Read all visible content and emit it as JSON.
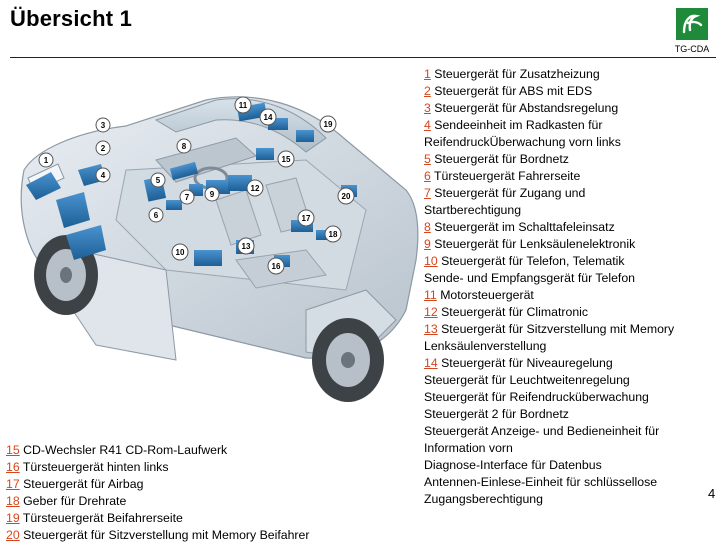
{
  "header": {
    "title": "Übersicht 1",
    "logo_label": "TG-CDA"
  },
  "legend_right": [
    {
      "num": "1",
      "text": "Steuergerät für Zusatzheizung"
    },
    {
      "num": "2",
      "text": "Steuergerät für ABS mit EDS"
    },
    {
      "num": "3",
      "text": "Steuergerät für Abstandsregelung"
    },
    {
      "num": "4",
      "text": "Sendeeinheit im Radkasten für"
    },
    {
      "num": "",
      "text": "ReifendruckÜberwachung vorn links"
    },
    {
      "num": "5",
      "text": "Steuergerät für Bordnetz"
    },
    {
      "num": "6",
      "text": "Türsteuergerät Fahrerseite"
    },
    {
      "num": "7",
      "text": "Steuergerät für Zugang und"
    },
    {
      "num": "",
      "text": "Startberechtigung"
    },
    {
      "num": "8",
      "text": "Steuergerät im Schalttafeleinsatz"
    },
    {
      "num": "9",
      "text": "Steuergerät für Lenksäulenelektronik"
    },
    {
      "num": "10",
      "text": "Steuergerät für Telefon, Telematik"
    },
    {
      "num": "",
      "text": "Sende- und Empfangsgerät für Telefon"
    },
    {
      "num": "11",
      "text": "Motorsteuergerät"
    },
    {
      "num": "12",
      "text": "Steuergerät für Climatronic"
    },
    {
      "num": "13",
      "text": "Steuergerät für Sitzverstellung mit Memory"
    },
    {
      "num": "",
      "text": "Lenksäulenverstellung"
    },
    {
      "num": "14",
      "text": "Steuergerät für Niveauregelung"
    },
    {
      "num": "",
      "text": "Steuergerät für Leuchtweitenregelung"
    },
    {
      "num": "",
      "text": "Steuergerät für Reifendrucküberwachung"
    },
    {
      "num": "",
      "text": "Steuergerät 2 für Bordnetz"
    },
    {
      "num": "",
      "text": "Steuergerät Anzeige- und Bedieneinheit für"
    },
    {
      "num": "",
      "text": "Information vorn"
    },
    {
      "num": "",
      "text": "Diagnose-Interface für Datenbus"
    },
    {
      "num": "",
      "text": "Antennen-Einlese-Einheit für schlüssellose"
    },
    {
      "num": "",
      "text": "Zugangsberechtigung"
    }
  ],
  "legend_left": [
    {
      "num": "15",
      "text": "CD-Wechsler R41 CD-Rom-Laufwerk"
    },
    {
      "num": "16",
      "text": "Türsteuergerät hinten links"
    },
    {
      "num": "17",
      "text": "Steuergerät für Airbag"
    },
    {
      "num": "18",
      "text": "Geber für Drehrate"
    },
    {
      "num": "19",
      "text": "Türsteuergerät Beifahrerseite"
    },
    {
      "num": "20",
      "text": "Steuergerät für Sitzverstellung mit Memory Beifahrer"
    }
  ],
  "callouts": [
    "1",
    "2",
    "3",
    "4",
    "5",
    "6",
    "7",
    "8",
    "9",
    "10",
    "11",
    "12",
    "13",
    "14",
    "15",
    "16",
    "17",
    "18",
    "19",
    "20"
  ],
  "page_number": "4",
  "colors": {
    "accent_number": "#d6461d",
    "logo_green": "#1f8a3a",
    "component_blue": "#2a6fa8"
  }
}
